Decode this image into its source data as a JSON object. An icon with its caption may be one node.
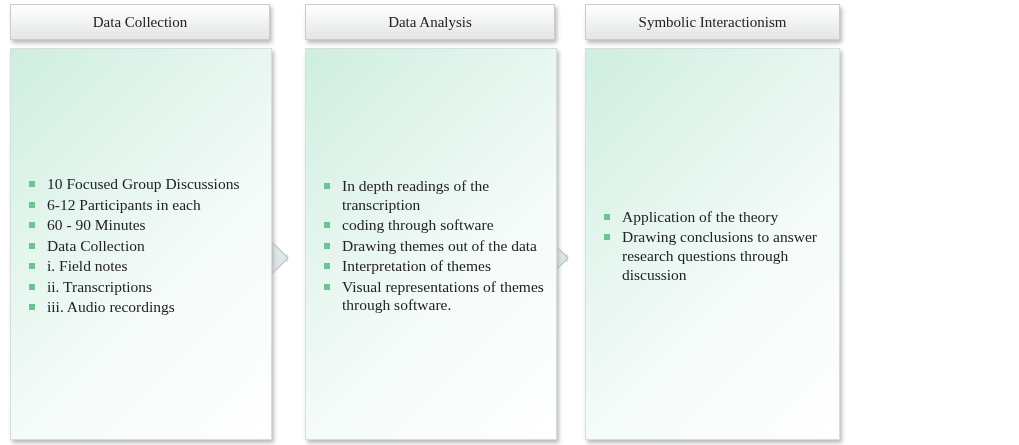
{
  "diagram": {
    "nodes": [
      {
        "text": [
          "Data Collection"
        ]
      },
      {
        "text": [
          "10 Focused Group Discussions",
          "6-12 Participants in each",
          "60 - 90 Minutes",
          "Data Collection",
          "i. Field notes",
          "ii. Transcriptions",
          "iii. Audio recordings"
        ]
      },
      {
        "text": [
          "Data Analysis"
        ]
      },
      {
        "text": [
          "In depth readings of the transcription",
          "coding through software",
          "Drawing themes out of the data",
          "Interpretation of themes",
          "Visual representations of themes through software."
        ]
      },
      {
        "text": [
          "Symbolic Interactionism"
        ]
      },
      {
        "text": [
          "Application of the theory",
          "Drawing conclusions to answer research questions through discussion"
        ]
      }
    ],
    "edges": [
      {
        "from": 1,
        "to": 3,
        "arrow": "to"
      },
      {
        "from": 3,
        "to": 5,
        "arrow": "to"
      }
    ]
  }
}
